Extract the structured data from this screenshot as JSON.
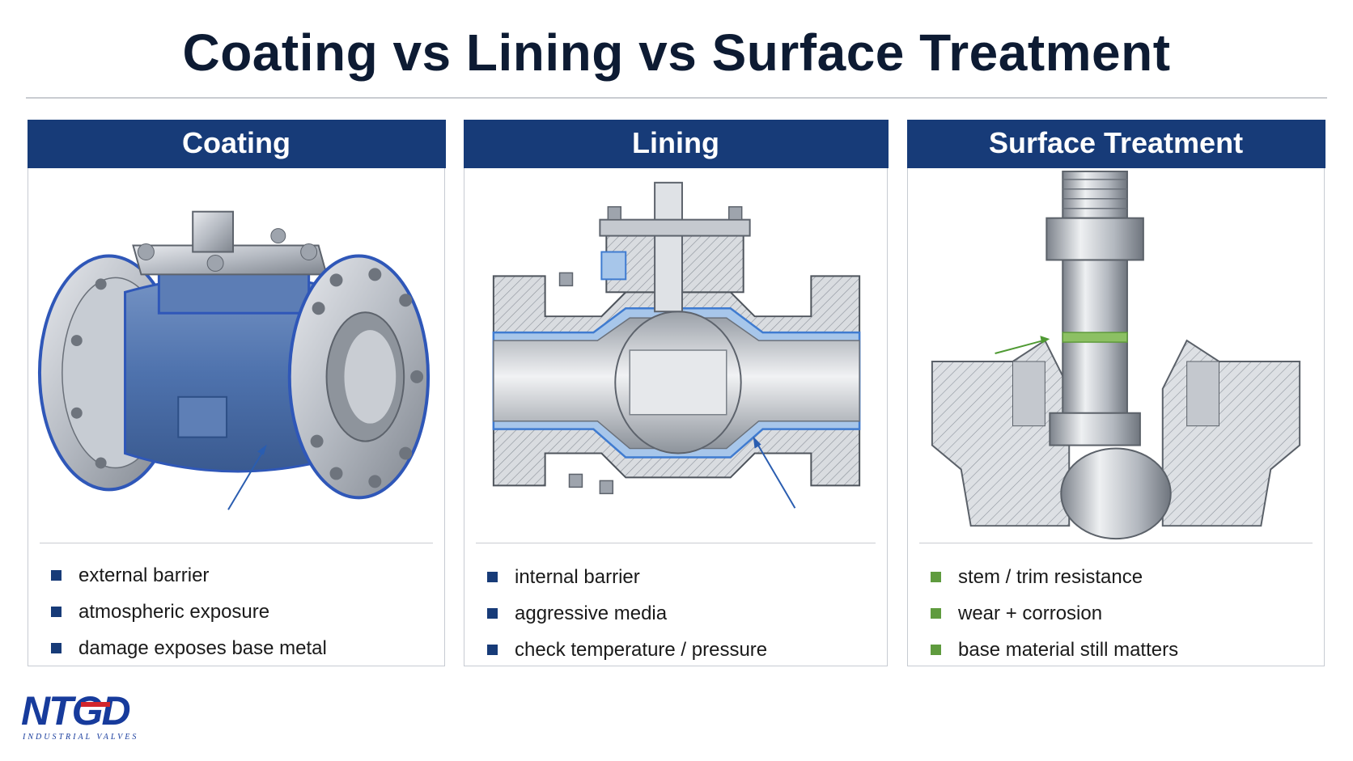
{
  "title": "Coating vs Lining vs Surface Treatment",
  "colors": {
    "header_bg": "#173b78",
    "bullet_blue": "#173b78",
    "bullet_green": "#5f9b3e",
    "coating_blue": "#4a6ea8",
    "lining_blue": "#8fb8e6",
    "treatment_green": "#7cb24a"
  },
  "panels": [
    {
      "heading": "Coating",
      "illustration": "coated-ball-valve-exterior",
      "bullets": [
        "external barrier",
        "atmospheric exposure",
        "damage exposes base metal"
      ]
    },
    {
      "heading": "Lining",
      "illustration": "lined-valve-cross-section",
      "bullets": [
        "internal barrier",
        "aggressive media",
        "check temperature / pressure"
      ]
    },
    {
      "heading": "Surface Treatment",
      "illustration": "treated-stem-cross-section",
      "bullets": [
        "stem / trim resistance",
        "wear + corrosion",
        "base material still matters"
      ]
    }
  ],
  "logo": {
    "mark": "NTGD",
    "tagline": "INDUSTRIAL VALVES"
  }
}
